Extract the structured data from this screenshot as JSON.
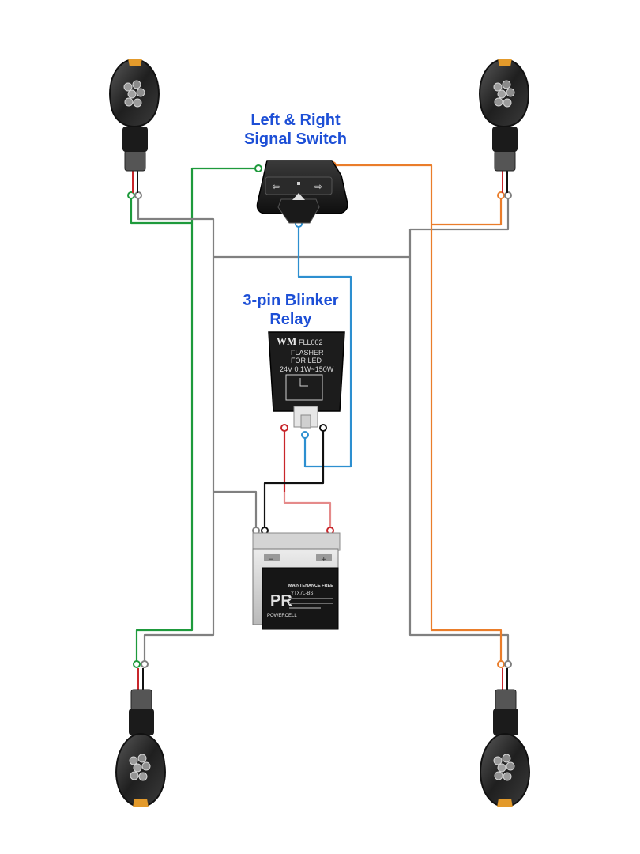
{
  "labels": {
    "switch_title_line1": "Left & Right",
    "switch_title_line2": "Signal Switch",
    "relay_title_line1": "3-pin Blinker",
    "relay_title_line2": "Relay"
  },
  "relay": {
    "brand": "WM",
    "model": "FLL002",
    "line1": "FLASHER",
    "line2": "FOR LED",
    "line3": "24V  0.1W~150W"
  },
  "battery": {
    "brand_mark": "PR",
    "brand_name": "POWERCELL",
    "tag": "MAINTENANCE FREE",
    "model": "YTX7L-BS"
  },
  "colors": {
    "title": "#1d4fd6",
    "green_wire": "#1e9a3c",
    "gray_wire": "#808080",
    "orange_wire": "#ea7d2a",
    "blue_wire": "#2d8fd0",
    "red_wire": "#c8262b",
    "pink_wire": "#e58a8a",
    "black_wire": "#111111"
  }
}
